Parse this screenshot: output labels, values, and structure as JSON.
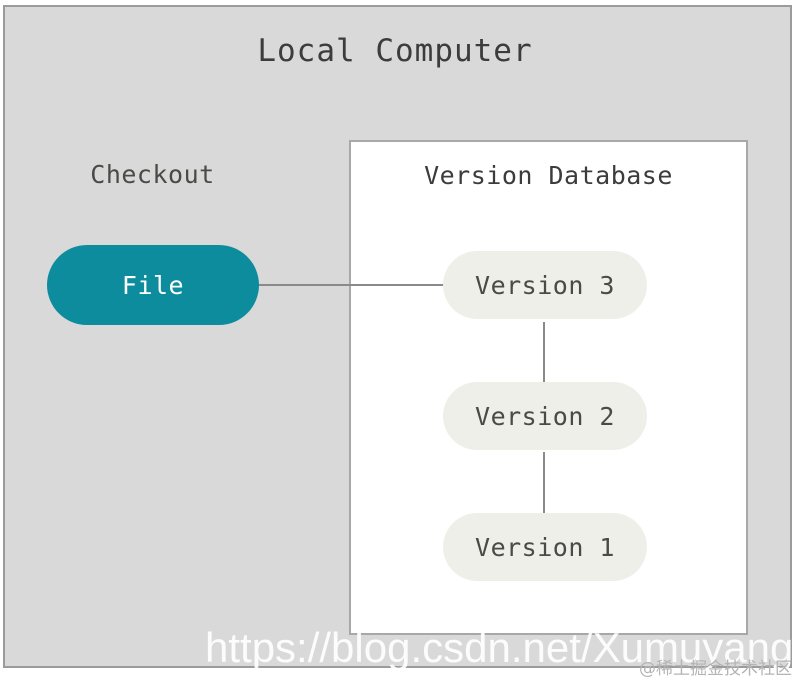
{
  "diagram": {
    "title": "Local Computer",
    "background_color": "#d9d9d9",
    "border_color": "#9b9b9b"
  },
  "checkout": {
    "label": "Checkout",
    "file_node": {
      "label": "File",
      "fill_color": "#0d8c9d",
      "text_color": "#ffffff"
    }
  },
  "version_database": {
    "title": "Version Database",
    "panel_fill": "#ffffff",
    "panel_border": "#a8a8a8",
    "node_fill": "#efefe9",
    "node_text_color": "#4a4a46",
    "versions": [
      {
        "label": "Version 3"
      },
      {
        "label": "Version 2"
      },
      {
        "label": "Version 1"
      }
    ]
  },
  "edges": {
    "color": "#8a8a8a",
    "file_to_version3": "File — Version 3",
    "version3_to_version2": "Version 3 — Version 2",
    "version2_to_version1": "Version 2 — Version 1"
  },
  "watermarks": {
    "url": "https://blog.csdn.net/Xumuyang",
    "brand": "@稀土掘金技术社区"
  }
}
